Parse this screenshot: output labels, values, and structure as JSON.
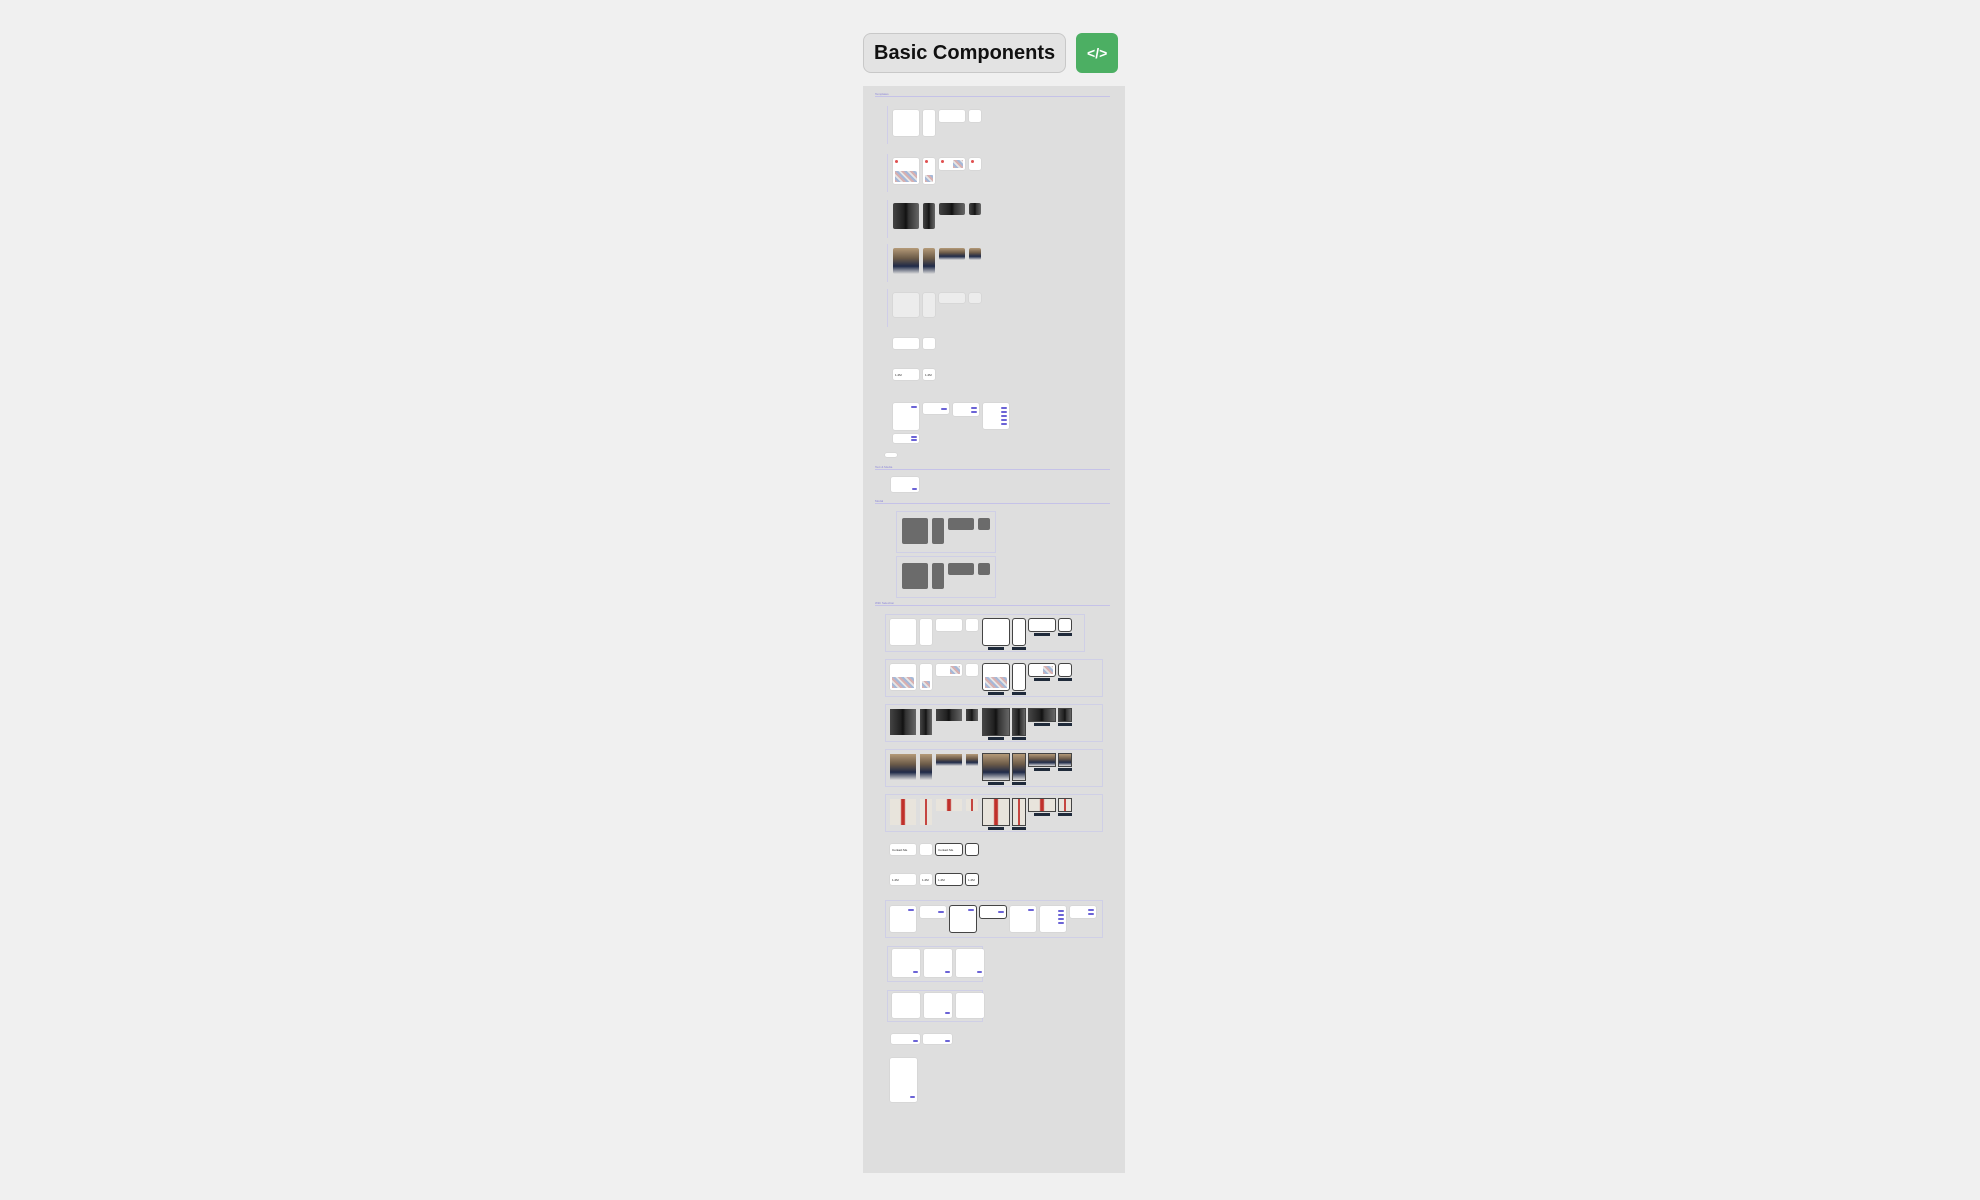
{
  "header": {
    "title": "Basic Components",
    "code_button_icon": "</>",
    "code_button_color": "#4caf63"
  },
  "canvas": {
    "background": "#dedede",
    "sections": [
      {
        "id": "templates",
        "label": "Templates"
      },
      {
        "id": "text-and-media",
        "label": "Text & Media"
      },
      {
        "id": "modal",
        "label": "Modal"
      },
      {
        "id": "with-selection",
        "label": "With Selection"
      }
    ],
    "samples": {
      "contact_label": "Contact Me",
      "stat_value": "1.2M",
      "stat_value_short": "1.2M"
    }
  },
  "accent_colors": {
    "purple": "#6b63d6",
    "section_line": "#c5c2e8",
    "toolbar_dark": "#1f2a3a"
  }
}
